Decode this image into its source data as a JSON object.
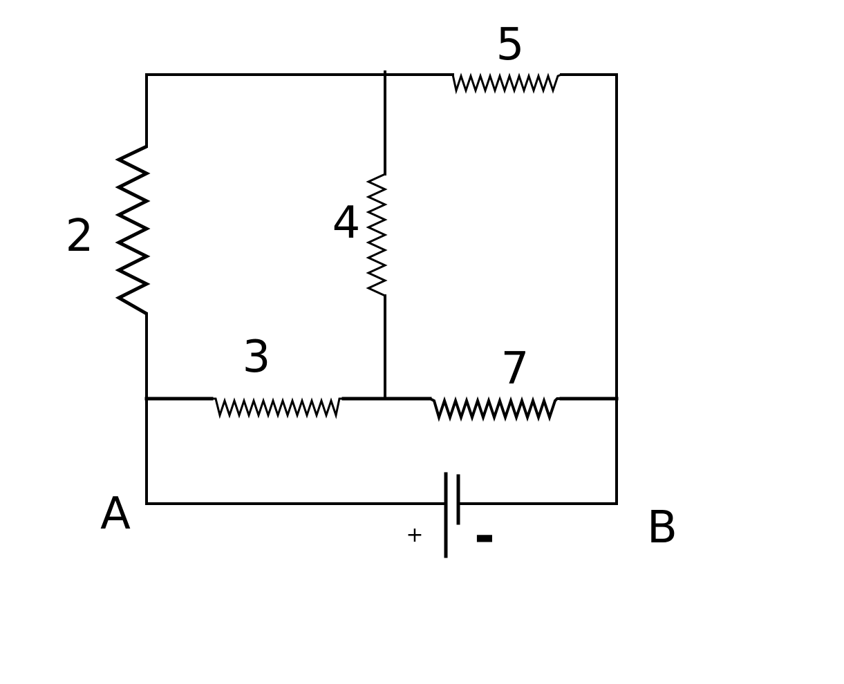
{
  "resistors": {
    "r2": {
      "label": "2"
    },
    "r3": {
      "label": "3"
    },
    "r4": {
      "label": "4"
    },
    "r5": {
      "label": "5"
    },
    "r7": {
      "label": "7"
    }
  },
  "nodes": {
    "a": {
      "label": "A"
    },
    "b": {
      "label": "B"
    }
  },
  "battery": {
    "positive_label": "+",
    "negative_label": "-"
  }
}
